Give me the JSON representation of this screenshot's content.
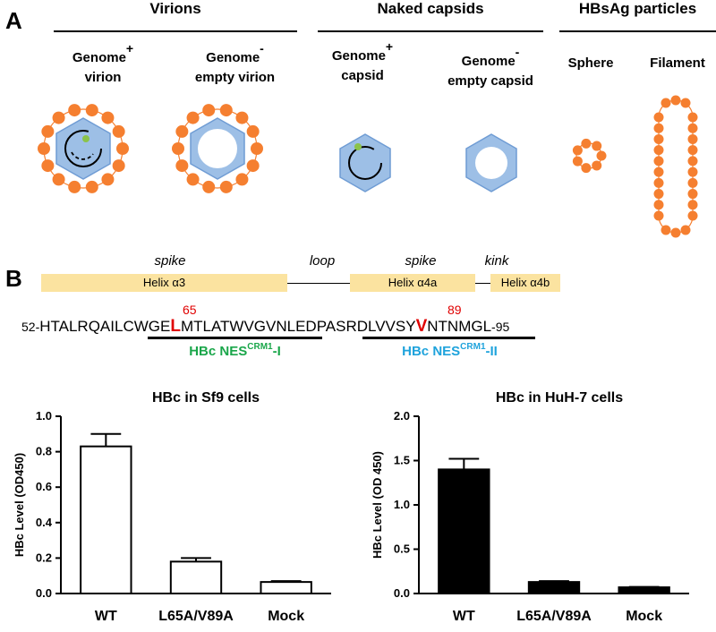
{
  "panel_a": {
    "letter": "A",
    "groups": [
      {
        "title": "Virions"
      },
      {
        "title": "Naked capsids"
      },
      {
        "title": "HBsAg particles"
      }
    ],
    "particles": [
      {
        "line1": "Genome",
        "sup": "+",
        "line2": "virion"
      },
      {
        "line1": "Genome",
        "sup": "-",
        "line2": "empty virion"
      },
      {
        "line1": "Genome",
        "sup": "+",
        "line2": "capsid"
      },
      {
        "line1": "Genome",
        "sup": "-",
        "line2": "empty capsid"
      },
      {
        "line1": "Sphere",
        "sup": "",
        "line2": ""
      },
      {
        "line1": "Filament",
        "sup": "",
        "line2": ""
      }
    ],
    "colors": {
      "envelope": "#f57f30",
      "capsid": "#9dbfe6",
      "capsid_edge": "#6f9cd4",
      "genome_dot": "#8bc34a"
    }
  },
  "panel_b": {
    "letter": "B",
    "regions": [
      "spike",
      "loop",
      "spike",
      "kink"
    ],
    "helices": [
      "Helix α3",
      "Helix α4a",
      "Helix α4b"
    ],
    "sequence": {
      "start": "52-",
      "part1": "HTALRQAILCWGE",
      "mut1": "L",
      "part2": "MTLATWVGVNLEDPASRDLVVSY",
      "mut2": "V",
      "part3": "NTNMGL",
      "end": "-95"
    },
    "mut_positions": [
      "65",
      "89"
    ],
    "nes": [
      {
        "prefix": "HBc NES",
        "sup": "CRM1",
        "suffix": "-I",
        "color": "#1aa64a"
      },
      {
        "prefix": "HBc NES",
        "sup": "CRM1",
        "suffix": "-II",
        "color": "#1fa3dc"
      }
    ]
  },
  "chart_data": [
    {
      "type": "bar",
      "title": "HBc in Sf9 cells",
      "ylabel": "HBc Level (OD450)",
      "categories": [
        "WT",
        "L65A/V89A",
        "Mock"
      ],
      "values": [
        0.83,
        0.18,
        0.065
      ],
      "errors": [
        0.07,
        0.02,
        0.005
      ],
      "ylim": [
        0,
        1.0
      ],
      "yticks": [
        "0.0",
        "0.2",
        "0.4",
        "0.6",
        "0.8",
        "1.0"
      ],
      "bar_fill": "#ffffff"
    },
    {
      "type": "bar",
      "title": "HBc in HuH-7 cells",
      "ylabel": "HBc Level (OD 450)",
      "categories": [
        "WT",
        "L65A/V89A",
        "Mock"
      ],
      "values": [
        1.4,
        0.13,
        0.07
      ],
      "errors": [
        0.12,
        0.01,
        0.005
      ],
      "ylim": [
        0,
        2.0
      ],
      "yticks": [
        "0.0",
        "0.5",
        "1.0",
        "1.5",
        "2.0"
      ],
      "bar_fill": "#000000"
    }
  ]
}
